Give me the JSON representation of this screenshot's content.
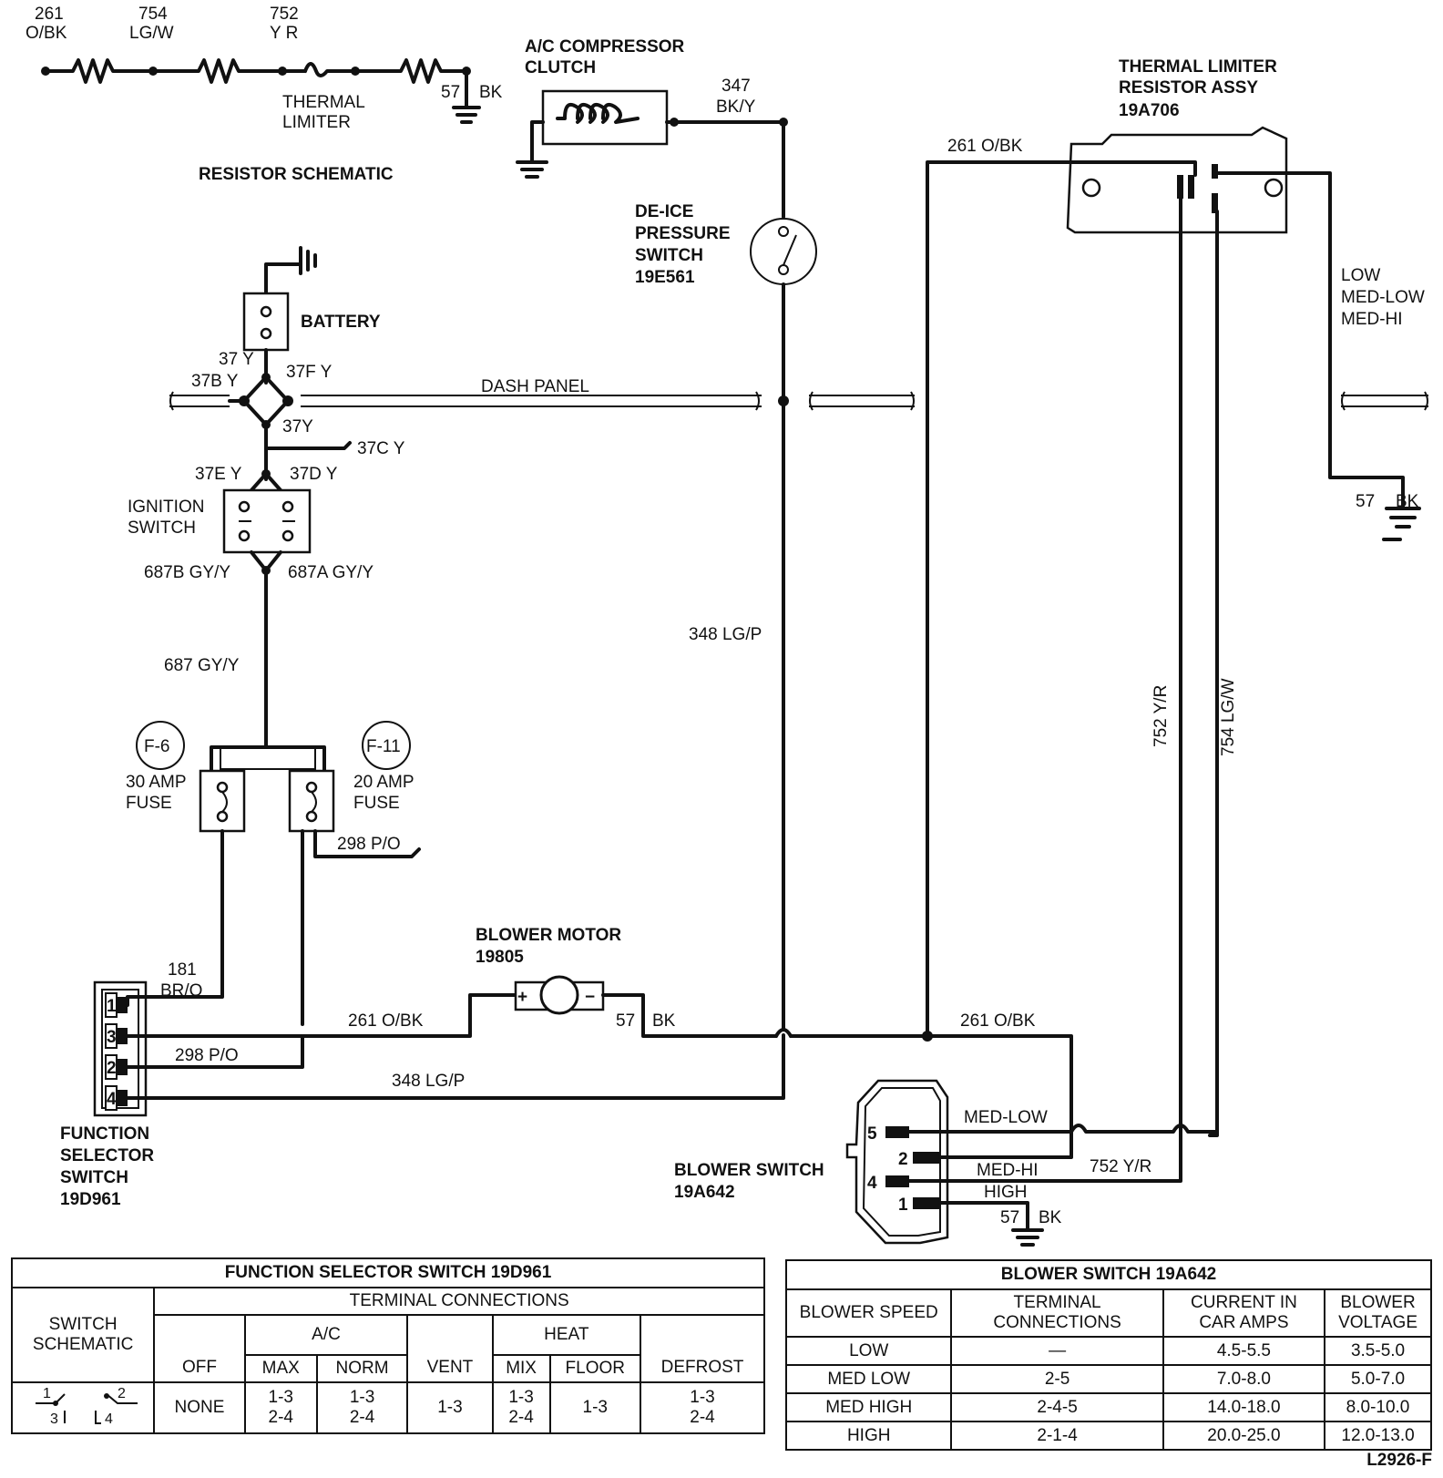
{
  "resistor_schematic": {
    "wires": [
      {
        "number": "261",
        "color": "O/BK"
      },
      {
        "number": "754",
        "color": "LG/W"
      },
      {
        "number": "752",
        "color": "Y R"
      }
    ],
    "thermal_limiter_label": [
      "THERMAL",
      "LIMITER"
    ],
    "ground": {
      "number": "57",
      "color": "BK"
    },
    "title": "RESISTOR SCHEMATIC"
  },
  "ac_clutch": {
    "name": [
      "A/C COMPRESSOR",
      "CLUTCH"
    ],
    "wire_number": "347",
    "wire_color": "BK/Y"
  },
  "deice_switch": {
    "name": [
      "DE-ICE",
      "PRESSURE",
      "SWITCH"
    ],
    "part": "19E561"
  },
  "thermal_limiter_assy": {
    "name": [
      "THERMAL LIMITER",
      "RESISTOR ASSY"
    ],
    "part": "19A706",
    "wire_in": "261 O/BK",
    "speed_labels": [
      "LOW",
      "MED-LOW",
      "MED-HI"
    ],
    "ground": {
      "number": "57",
      "color": "BK"
    }
  },
  "battery": {
    "label": "BATTERY"
  },
  "splice": {
    "w37y": "37 Y",
    "w37by": "37B Y",
    "w37fy": "37F Y",
    "w37y_b": "37Y",
    "w37cy": "37C Y",
    "w37ey": "37E Y",
    "w37dy": "37D Y"
  },
  "dash_panel": "DASH PANEL",
  "ignition_switch": {
    "label": [
      "IGNITION",
      "SWITCH"
    ]
  },
  "ign_out": {
    "w687b": "687B GY/Y",
    "w687a": "687A GY/Y",
    "w687": "687 GY/Y"
  },
  "wire_348_vertical": "348 LG/P",
  "fuses": [
    {
      "id": "F-6",
      "rating": "30 AMP",
      "label": "FUSE"
    },
    {
      "id": "F-11",
      "rating": "20 AMP",
      "label": "FUSE"
    }
  ],
  "wire_298_po_out": "298 P/O",
  "vertical_wires": {
    "w752": "752 Y/R",
    "w754": "754 LG/W"
  },
  "blower_motor": {
    "name": "BLOWER MOTOR",
    "part": "19805",
    "plus": "+",
    "minus": "−"
  },
  "wire_labels": {
    "w181_num": "181",
    "w181_color": "BR/O",
    "w261_left": "261 O/BK",
    "w57bk_num": "57",
    "w57bk_color": "BK",
    "w261_right": "261 O/BK",
    "w298": "298 P/O",
    "w348": "348 LG/P",
    "med_low": "MED-LOW",
    "med_hi": "MED-HI",
    "high": "HIGH",
    "w752_yr": "752 Y/R",
    "gnd_num": "57",
    "gnd_color": "BK"
  },
  "function_selector": {
    "name": [
      "FUNCTION",
      "SELECTOR",
      "SWITCH"
    ],
    "part": "19D961",
    "pins": [
      "1",
      "3",
      "2",
      "4"
    ]
  },
  "blower_switch": {
    "name": "BLOWER SWITCH",
    "part": "19A642",
    "pins": [
      "5",
      "2",
      "4",
      "1"
    ]
  },
  "fss_table": {
    "title": "FUNCTION SELECTOR SWITCH 19D961",
    "switch_schematic": "SWITCH SCHEMATIC",
    "terminal_connections": "TERMINAL CONNECTIONS",
    "ac": "A/C",
    "heat": "HEAT",
    "cols": {
      "off": "OFF",
      "max": "MAX",
      "norm": "NORM",
      "vent": "VENT",
      "mix": "MIX",
      "floor": "FLOOR",
      "defrost": "DEFROST"
    },
    "schematic_terminals": [
      "1",
      "2",
      "3",
      "4"
    ],
    "row": {
      "off": "NONE",
      "max": [
        "1-3",
        "2-4"
      ],
      "norm": [
        "1-3",
        "2-4"
      ],
      "vent": "1-3",
      "mix": [
        "1-3",
        "2-4"
      ],
      "floor": "1-3",
      "defrost": [
        "1-3",
        "2-4"
      ]
    }
  },
  "bs_table": {
    "title": "BLOWER SWITCH 19A642",
    "headers": [
      "BLOWER SPEED",
      "TERMINAL CONNECTIONS",
      "CURRENT IN CAR AMPS",
      "BLOWER VOLTAGE"
    ],
    "rows": [
      [
        "LOW",
        "—",
        "4.5-5.5",
        "3.5-5.0"
      ],
      [
        "MED LOW",
        "2-5",
        "7.0-8.0",
        "5.0-7.0"
      ],
      [
        "MED HIGH",
        "2-4-5",
        "14.0-18.0",
        "8.0-10.0"
      ],
      [
        "HIGH",
        "2-1-4",
        "20.0-25.0",
        "12.0-13.0"
      ]
    ]
  },
  "drawing_code": "L2926-F"
}
